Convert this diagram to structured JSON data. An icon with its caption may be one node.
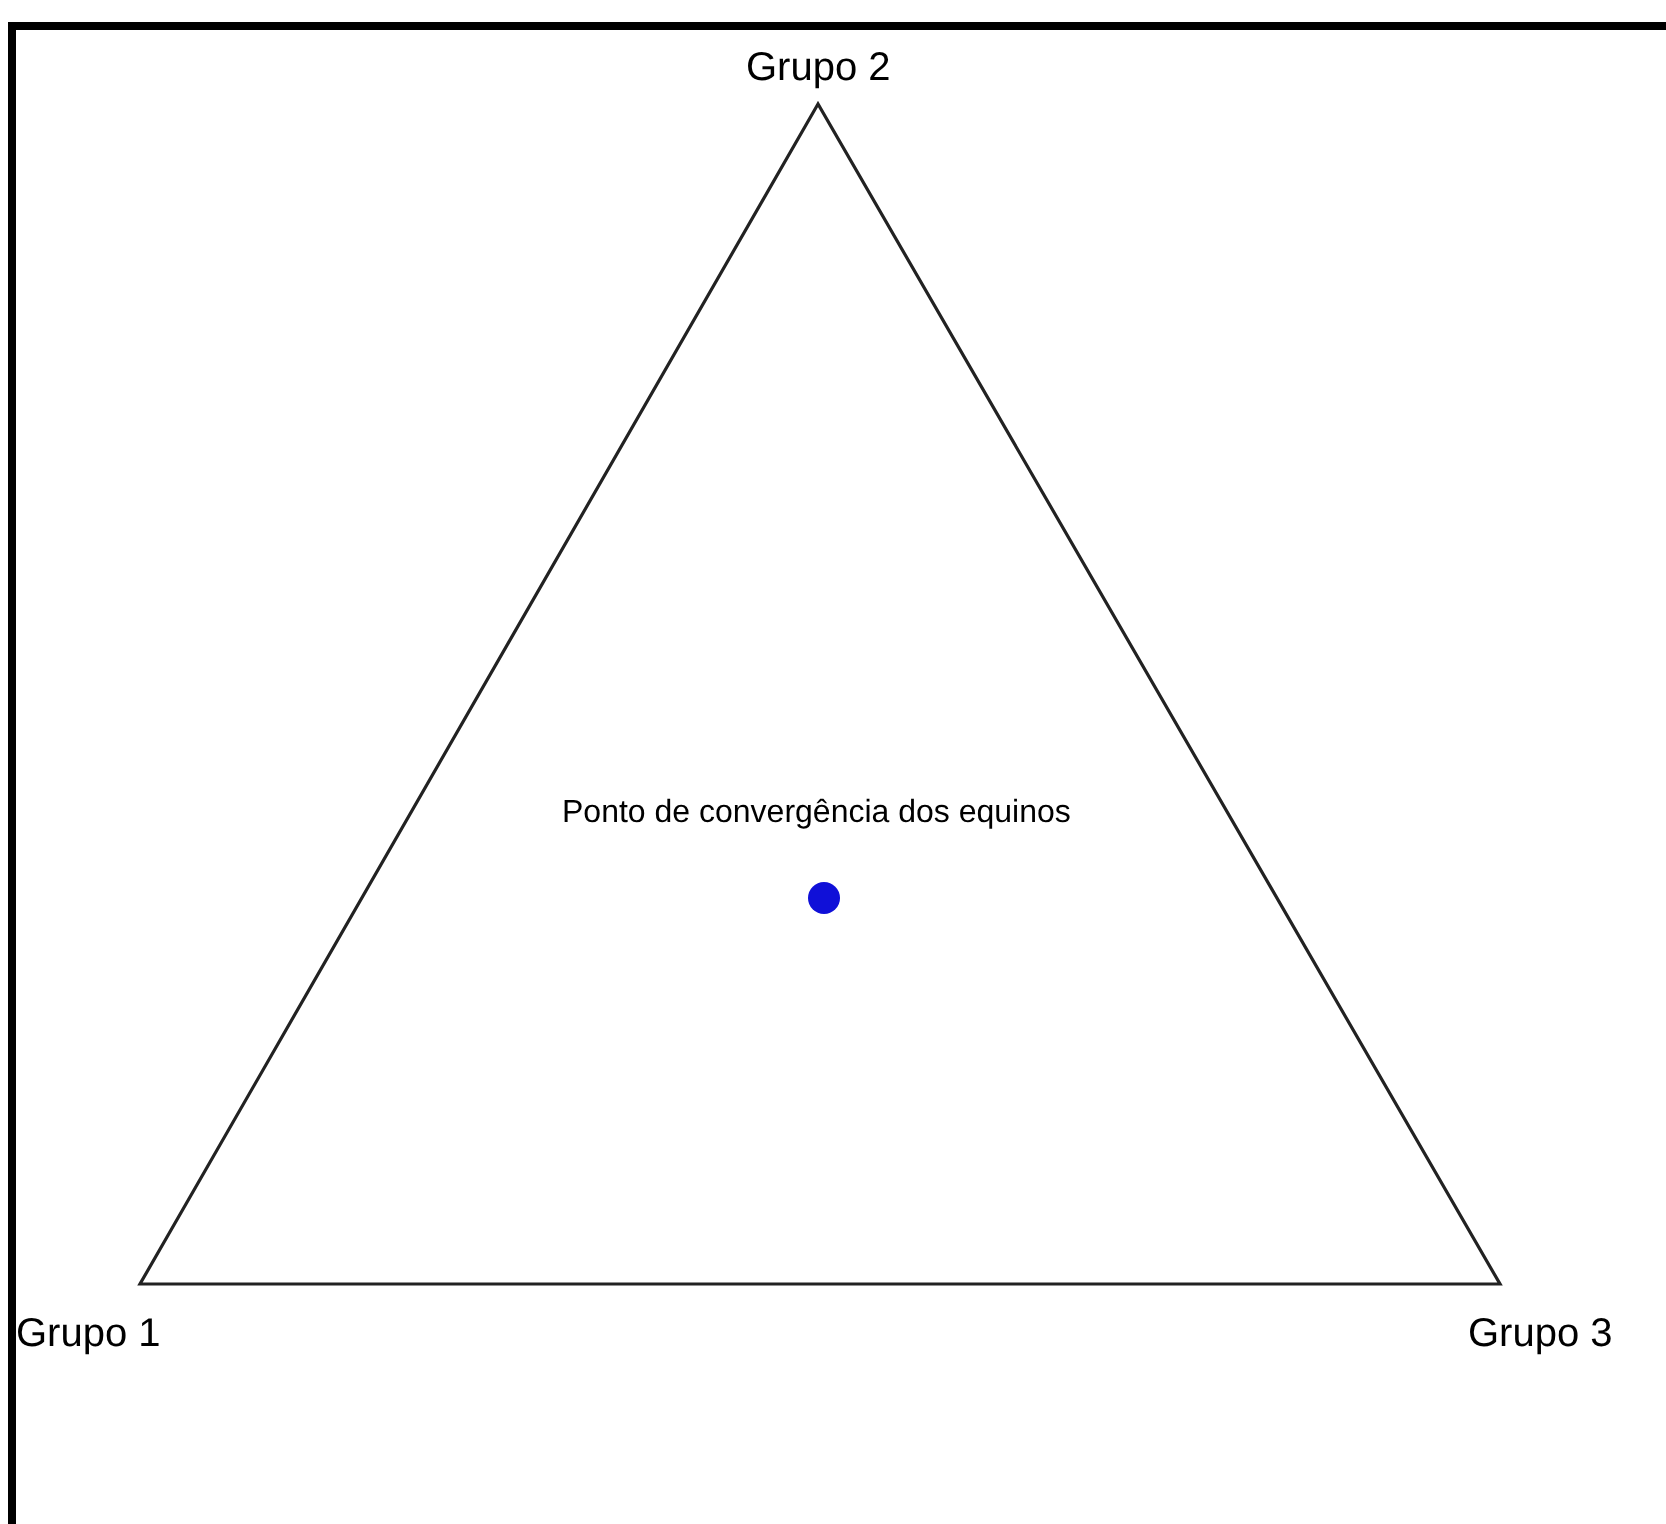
{
  "diagram": {
    "labels": [
      "Grupo 2",
      "Ponto de convergência dos equinos",
      "Grupo 1",
      "Grupo 3"
    ]
  }
}
